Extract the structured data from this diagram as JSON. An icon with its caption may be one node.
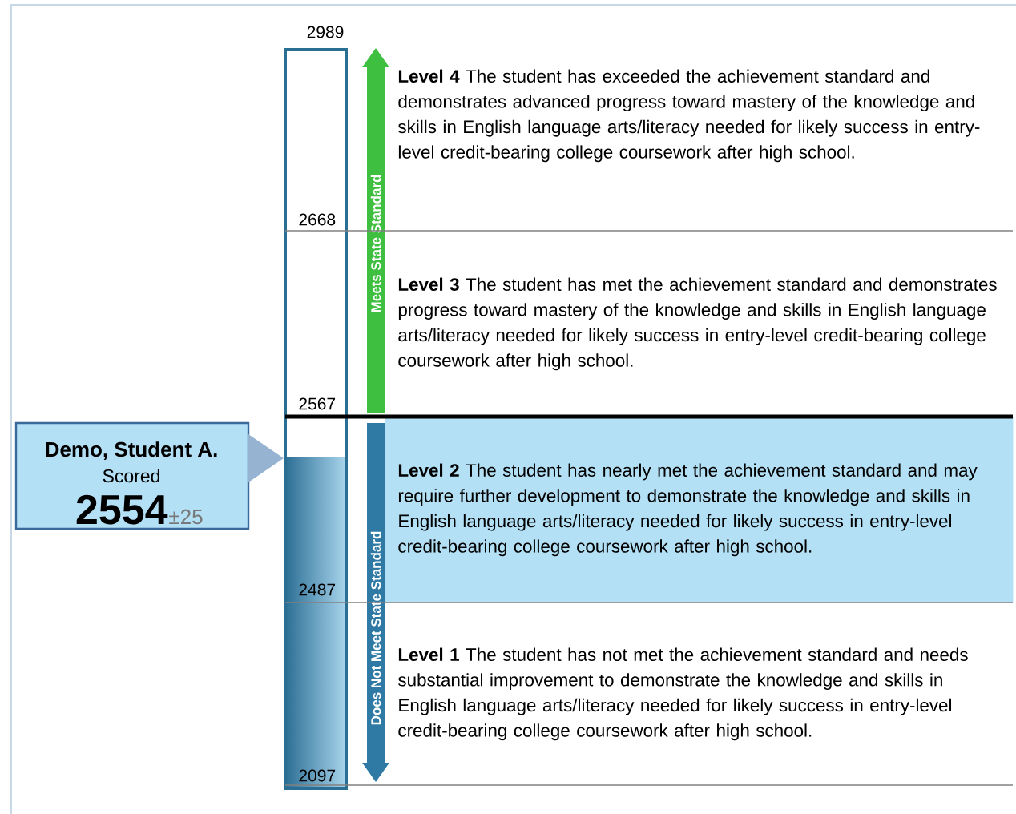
{
  "diagram": {
    "nodes": [
      {
        "text": [
          "**Level 4** The student has exceeded the achievement standard and demonstrates advanced progress toward mastery of the knowledge and skills in English language arts/literacy needed for likely success in entry-level credit-bearing college coursework after high school."
        ]
      },
      {
        "text": [
          "**Level 3** The student has met the achievement standard and demonstrates progress toward mastery of the knowledge and skills in English language arts/literacy needed for likely success in entry-level credit-bearing college coursework after high school."
        ]
      },
      {
        "text": [
          "Meets State Standard"
        ]
      },
      {
        "text": [
          "Demo, Student A.",
          "Scored",
          "2554",
          "±25"
        ]
      },
      {
        "text": [
          "**Level 2** The student has nearly met the achievement standard and may require further development to demonstrate the knowledge and skills in English language arts/literacy needed for likely success in entry-level credit-bearing college coursework after high school."
        ]
      },
      {
        "text": [
          "Does Not Meet State Standard"
        ]
      },
      {
        "text": [
          "**Level 1** The student has not met the achievement standard and needs substantial improvement to demonstrate the knowledge and skills in English language arts/literacy needed for likely success in entry-level credit-bearing college coursework after high school."
        ]
      }
    ],
    "labels": [
      "2989",
      "2668",
      "2567",
      "2487",
      "2097"
    ]
  }
}
